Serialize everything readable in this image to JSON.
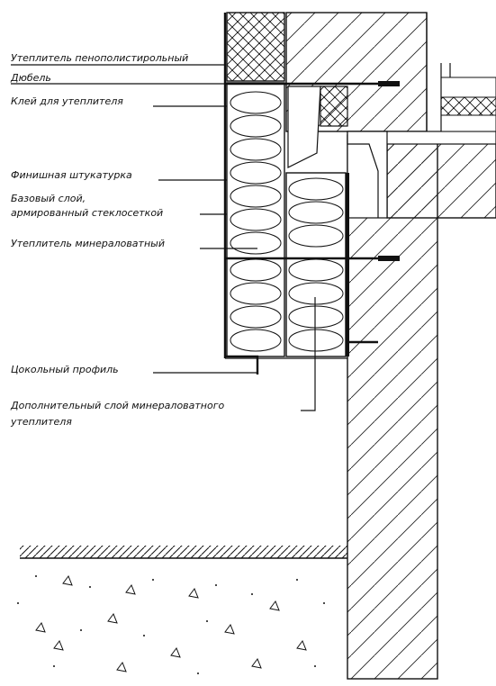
{
  "labels": {
    "eps_insulation": "Утеплитель пенополистирольный",
    "dowel": "Дюбель",
    "insulation_glue": "Клей для утеплителя",
    "finish_plaster": "Финишная штукатурка",
    "base_layer_line1": "Базовый слой,",
    "base_layer_line2": "армированный стеклосеткой",
    "mineral_wool": "Утеплитель минераловатный",
    "base_profile": "Цокольный профиль",
    "extra_layer_line1": "Дополнительный слой минераловатного",
    "extra_layer_line2": "утеплителя"
  },
  "colors": {
    "ink": "#111111",
    "paper": "#ffffff"
  }
}
